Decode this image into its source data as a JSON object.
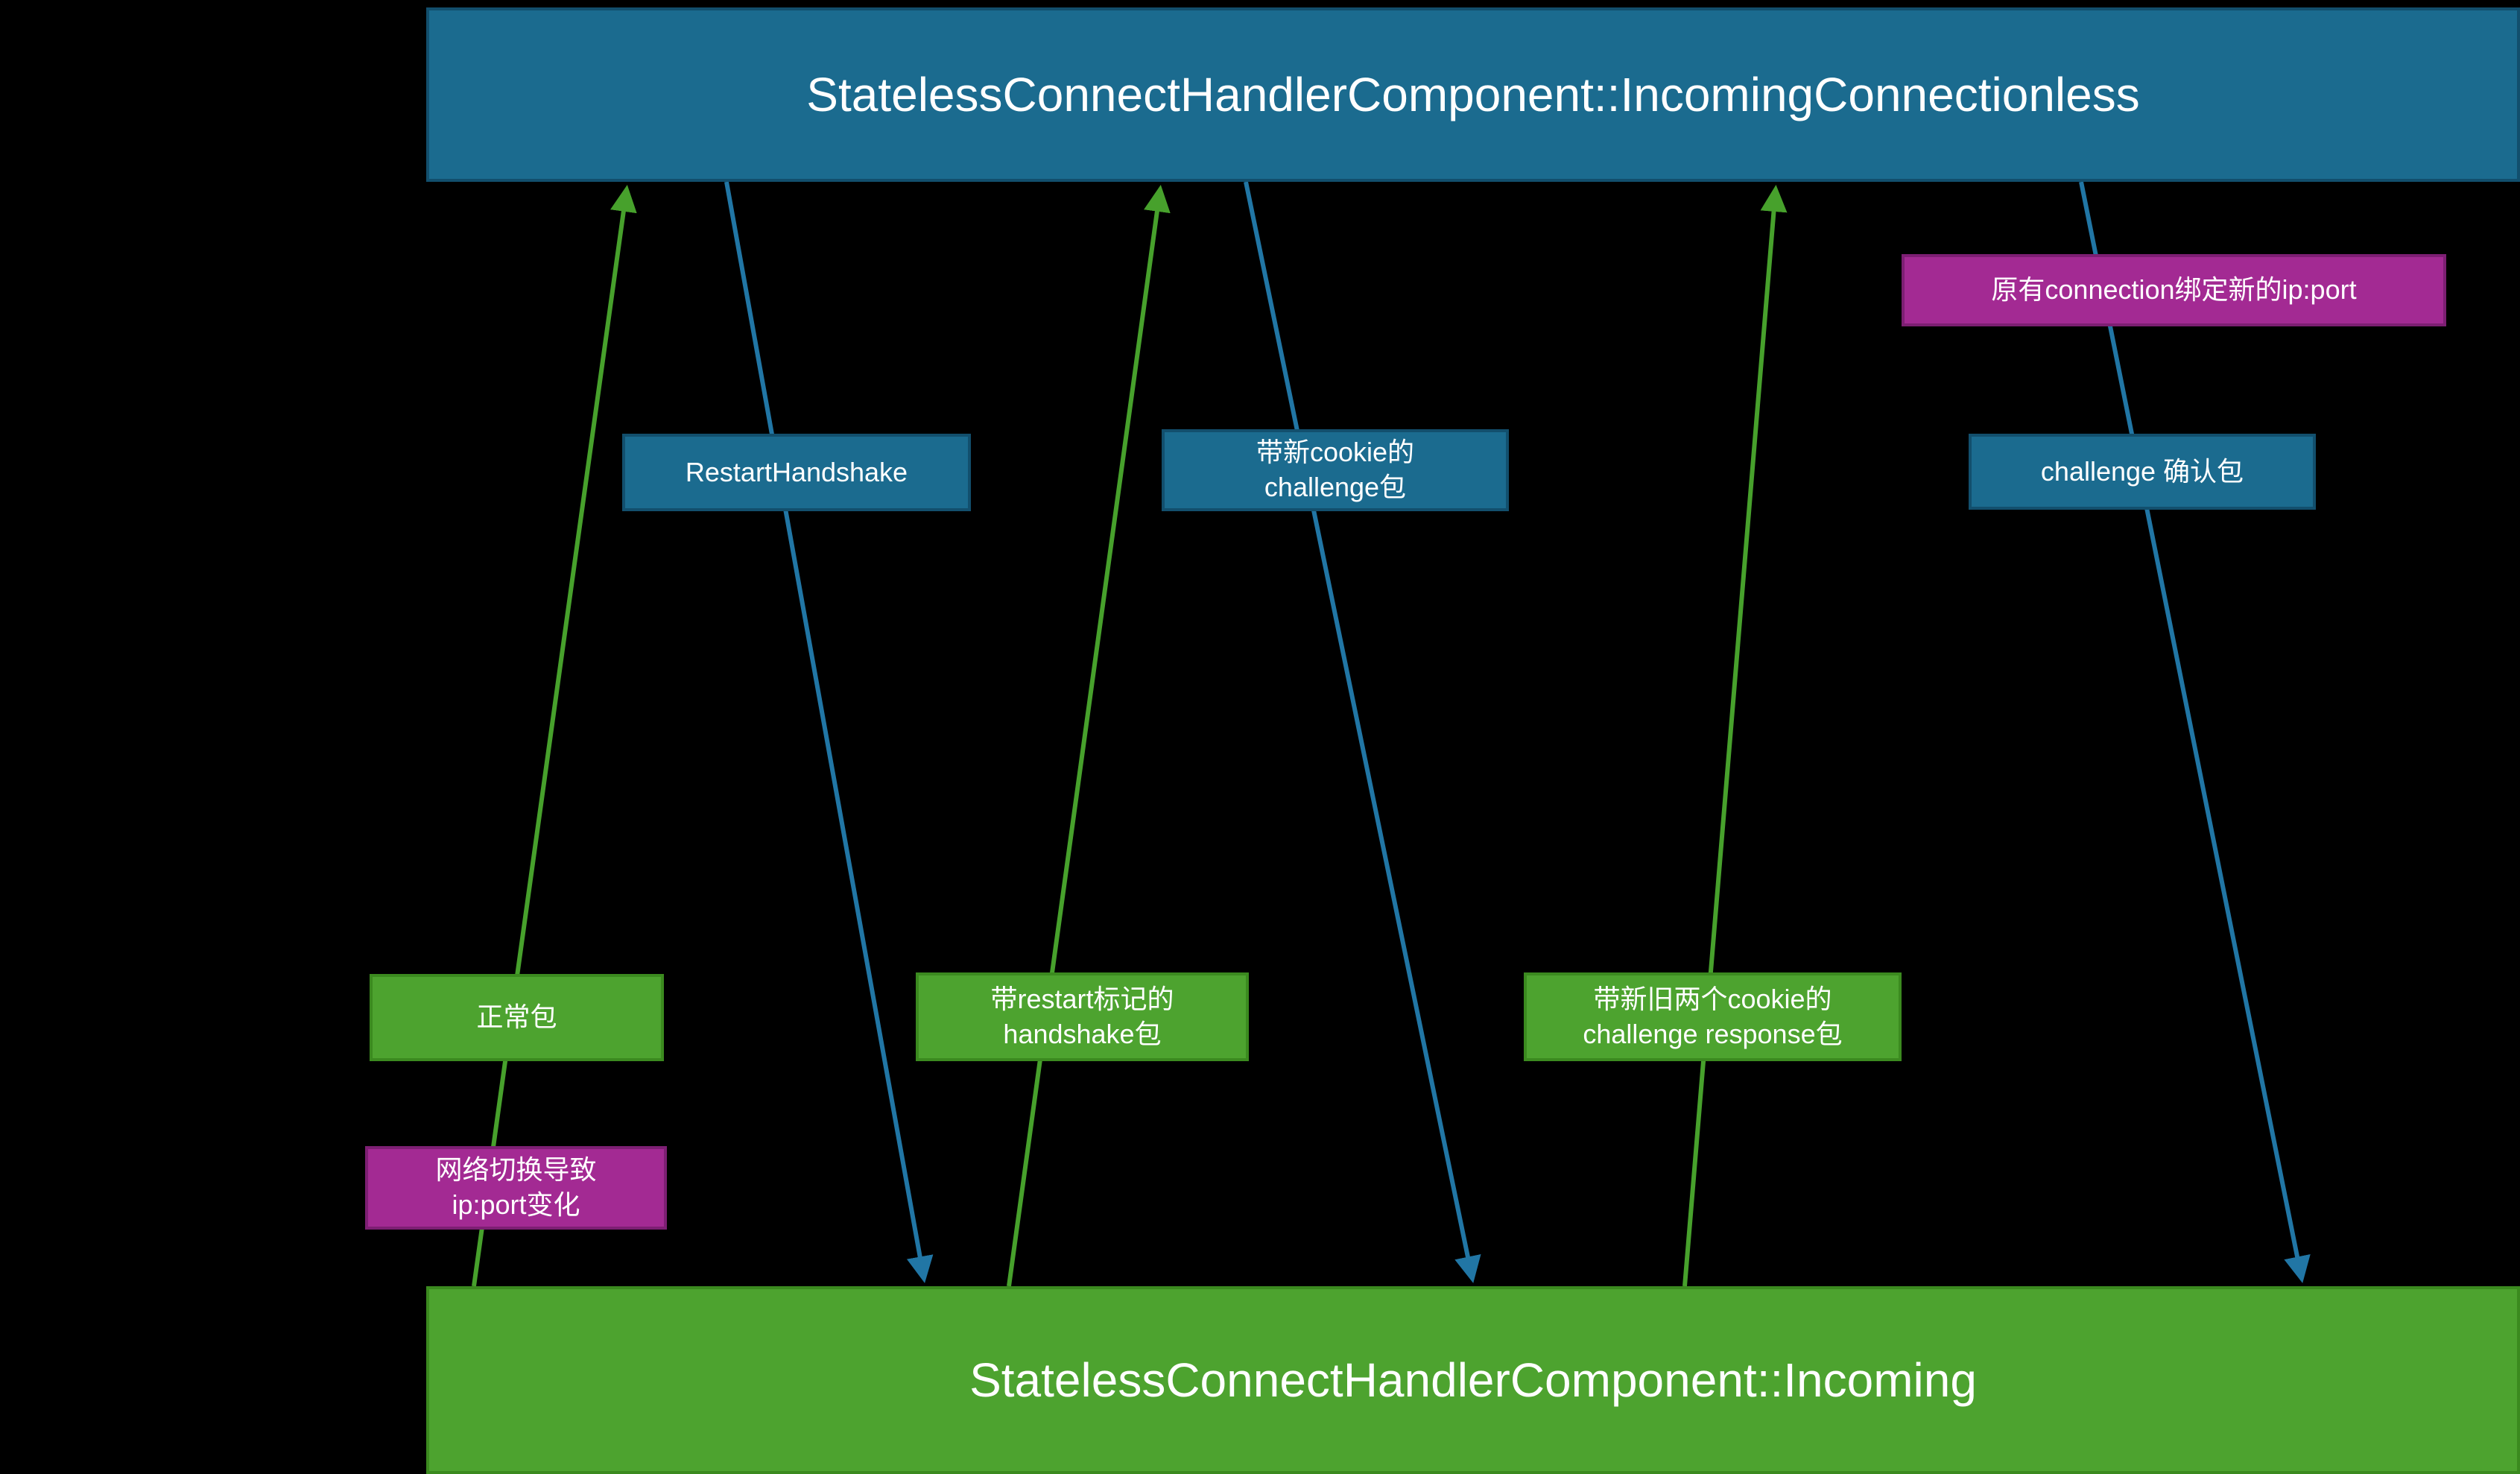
{
  "colors": {
    "background": "#000000",
    "teal_fill": "#1b6b8f",
    "teal_border": "#124f6d",
    "green_fill": "#4da32f",
    "green_border": "#3b8a1f",
    "magenta_fill": "#a32a93",
    "magenta_border": "#7d1f73",
    "arrow_green": "#47a12c",
    "arrow_blue": "#2176a5",
    "text": "#ffffff"
  },
  "lanes": {
    "top": {
      "title": "StatelessConnectHandlerComponent::IncomingConnectionless"
    },
    "bottom": {
      "title": "StatelessConnectHandlerComponent::Incoming"
    }
  },
  "nodes": {
    "normal_packet": {
      "label": "正常包",
      "type": "green"
    },
    "network_switch_note": {
      "label": "网络切换导致\nip:port变化",
      "type": "magenta"
    },
    "restart_handshake": {
      "label": "RestartHandshake",
      "type": "teal"
    },
    "restart_flag_handshake": {
      "label": "带restart标记的\nhandshake包",
      "type": "green"
    },
    "new_cookie_challenge": {
      "label": "带新cookie的\nchallenge包",
      "type": "teal"
    },
    "two_cookie_challenge_response": {
      "label": "带新旧两个cookie的\nchallenge response包",
      "type": "green"
    },
    "challenge_ack": {
      "label": "challenge 确认包",
      "type": "teal"
    },
    "rebind_note": {
      "label": "原有connection绑定新的ip:port",
      "type": "magenta"
    }
  },
  "arrows": {
    "up_color_name": "green",
    "down_color_name": "blue",
    "count": 6
  }
}
